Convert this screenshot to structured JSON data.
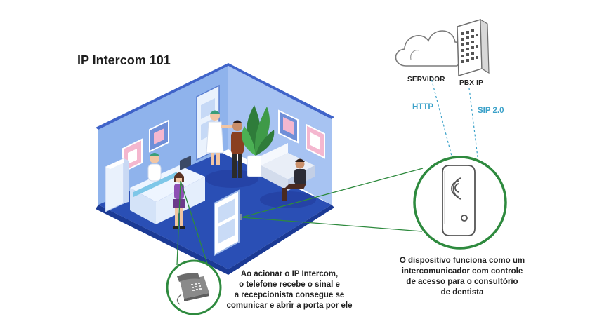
{
  "title": "IP Intercom 101",
  "servidor_label": "SERVIDOR",
  "pbx_label": "PBX IP",
  "protocol_http": "HTTP",
  "protocol_sip": "SIP 2.0",
  "phone_caption": [
    "Ao acionar o IP Intercom,",
    "o telefone recebe o sinal e",
    "a recepcionista consegue se",
    "comunicar e abrir a porta por ele"
  ],
  "device_caption": [
    "O dispositivo funciona como um",
    "intercomunicador com controle",
    "de acesso para o consultório",
    "de dentista"
  ],
  "colors": {
    "accent_green": "#2e8a3e",
    "protocol_blue": "#3aa1c9",
    "wall_blue": "#8fb3ec",
    "floor_blue": "#2a4fb5"
  },
  "icons": [
    "cloud-icon",
    "pbx-server-icon",
    "desk-phone-icon",
    "intercom-device-icon"
  ]
}
